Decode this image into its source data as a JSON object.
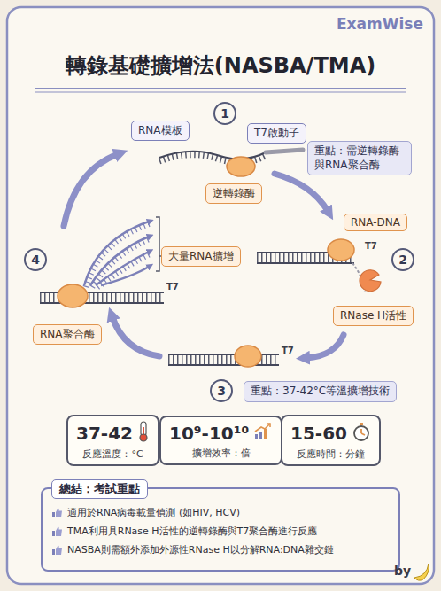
{
  "diagram": {
    "title": "轉錄基礎擴增法(NASBA/TMA)",
    "nodes": [
      {
        "text": [
          "1"
        ]
      },
      {
        "text": [
          "RNA模板"
        ]
      },
      {
        "text": [
          "T7啟動子"
        ]
      },
      {
        "text": [
          "重點：需逆轉錄酶 與RNA聚合酶"
        ]
      },
      {
        "text": [
          "逆轉錄酶"
        ]
      },
      {
        "text": [
          "RNA-DNA"
        ]
      },
      {
        "text": [
          "2"
        ]
      },
      {
        "text": [
          "RNase H活性"
        ]
      },
      {
        "text": [
          "大量RNA擴增"
        ]
      },
      {
        "text": [
          "4"
        ]
      },
      {
        "text": [
          "RNA聚合酶"
        ]
      },
      {
        "text": [
          "3"
        ]
      },
      {
        "text": [
          "重點：37-42°C等溫擴增技術"
        ]
      },
      {
        "text": [
          "37-42",
          "反應溫度：°C"
        ]
      },
      {
        "text": [
          "10⁹-10¹⁰",
          "擴增效率：倍"
        ]
      },
      {
        "text": [
          "15-60",
          "反應時間：分鐘"
        ]
      },
      {
        "text": [
          "總結：考試重點",
          "適用於RNA病毒載量偵測 (如HIV, HCV)",
          "TMA利用具RNase H活性的逆轉錄酶與T7聚合酶進行反應",
          "NASBA則需額外添加外源性RNase H以分解RNA:DNA雜交鏈"
        ]
      }
    ],
    "labels": [
      "ExamWise",
      "T7",
      "T7",
      "T7",
      "by"
    ]
  }
}
